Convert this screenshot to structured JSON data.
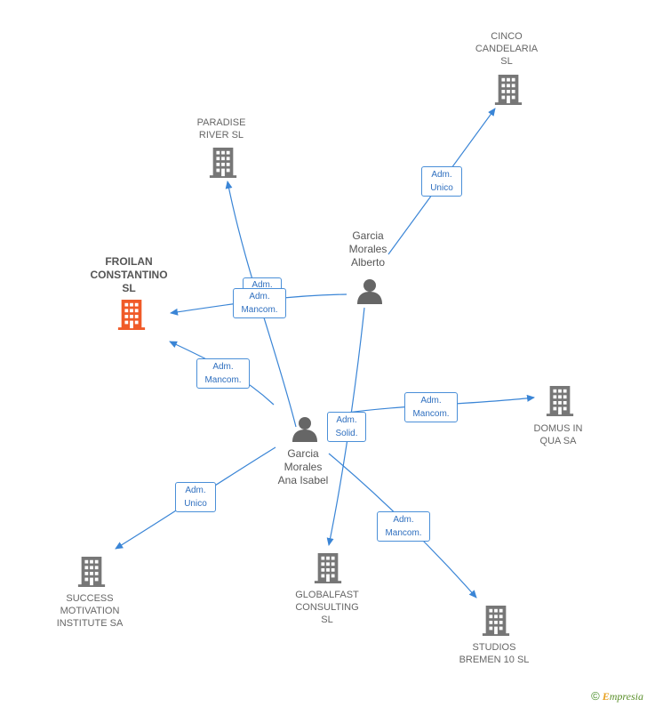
{
  "colors": {
    "edge": "#3a85d6",
    "company_icon": "#777777",
    "focus_icon": "#f05a28",
    "person_icon": "#666666"
  },
  "nodes": {
    "cinco": {
      "label": "CINCO\nCANDELARIA\nSL",
      "icon": "building-icon"
    },
    "paradise": {
      "label": "PARADISE\nRIVER SL",
      "icon": "building-icon"
    },
    "froilan": {
      "label": "FROILAN\nCONSTANTINO\nSL",
      "icon": "building-icon"
    },
    "alberto": {
      "label": "Garcia\nMorales\nAlberto",
      "icon": "person-icon"
    },
    "isabel": {
      "label": "Garcia\nMorales\nAna Isabel",
      "icon": "person-icon"
    },
    "domus": {
      "label": "DOMUS IN\nQUA SA",
      "icon": "building-icon"
    },
    "success": {
      "label": "SUCCESS\nMOTIVATION\nINSTITUTE SA",
      "icon": "building-icon"
    },
    "globalfast": {
      "label": "GLOBALFAST\nCONSULTING\nSL",
      "icon": "building-icon"
    },
    "studios": {
      "label": "STUDIOS\nBREMEN 10 SL",
      "icon": "building-icon"
    }
  },
  "edge_labels": {
    "alberto_cinco": "Adm.\nUnico",
    "paradise_back": "Adm.",
    "froilan_mancom_top": "Adm.\nMancom.",
    "isabel_froilan": "Adm.\nMancom.",
    "isabel_domus": "Adm.\nMancom.",
    "alberto_solid": "Adm.\nSolid.",
    "isabel_success": "Adm.\nUnico",
    "isabel_studios": "Adm.\nMancom."
  },
  "footer": {
    "copyright": "©",
    "brand_first": "E",
    "brand_rest": "mpresia"
  }
}
